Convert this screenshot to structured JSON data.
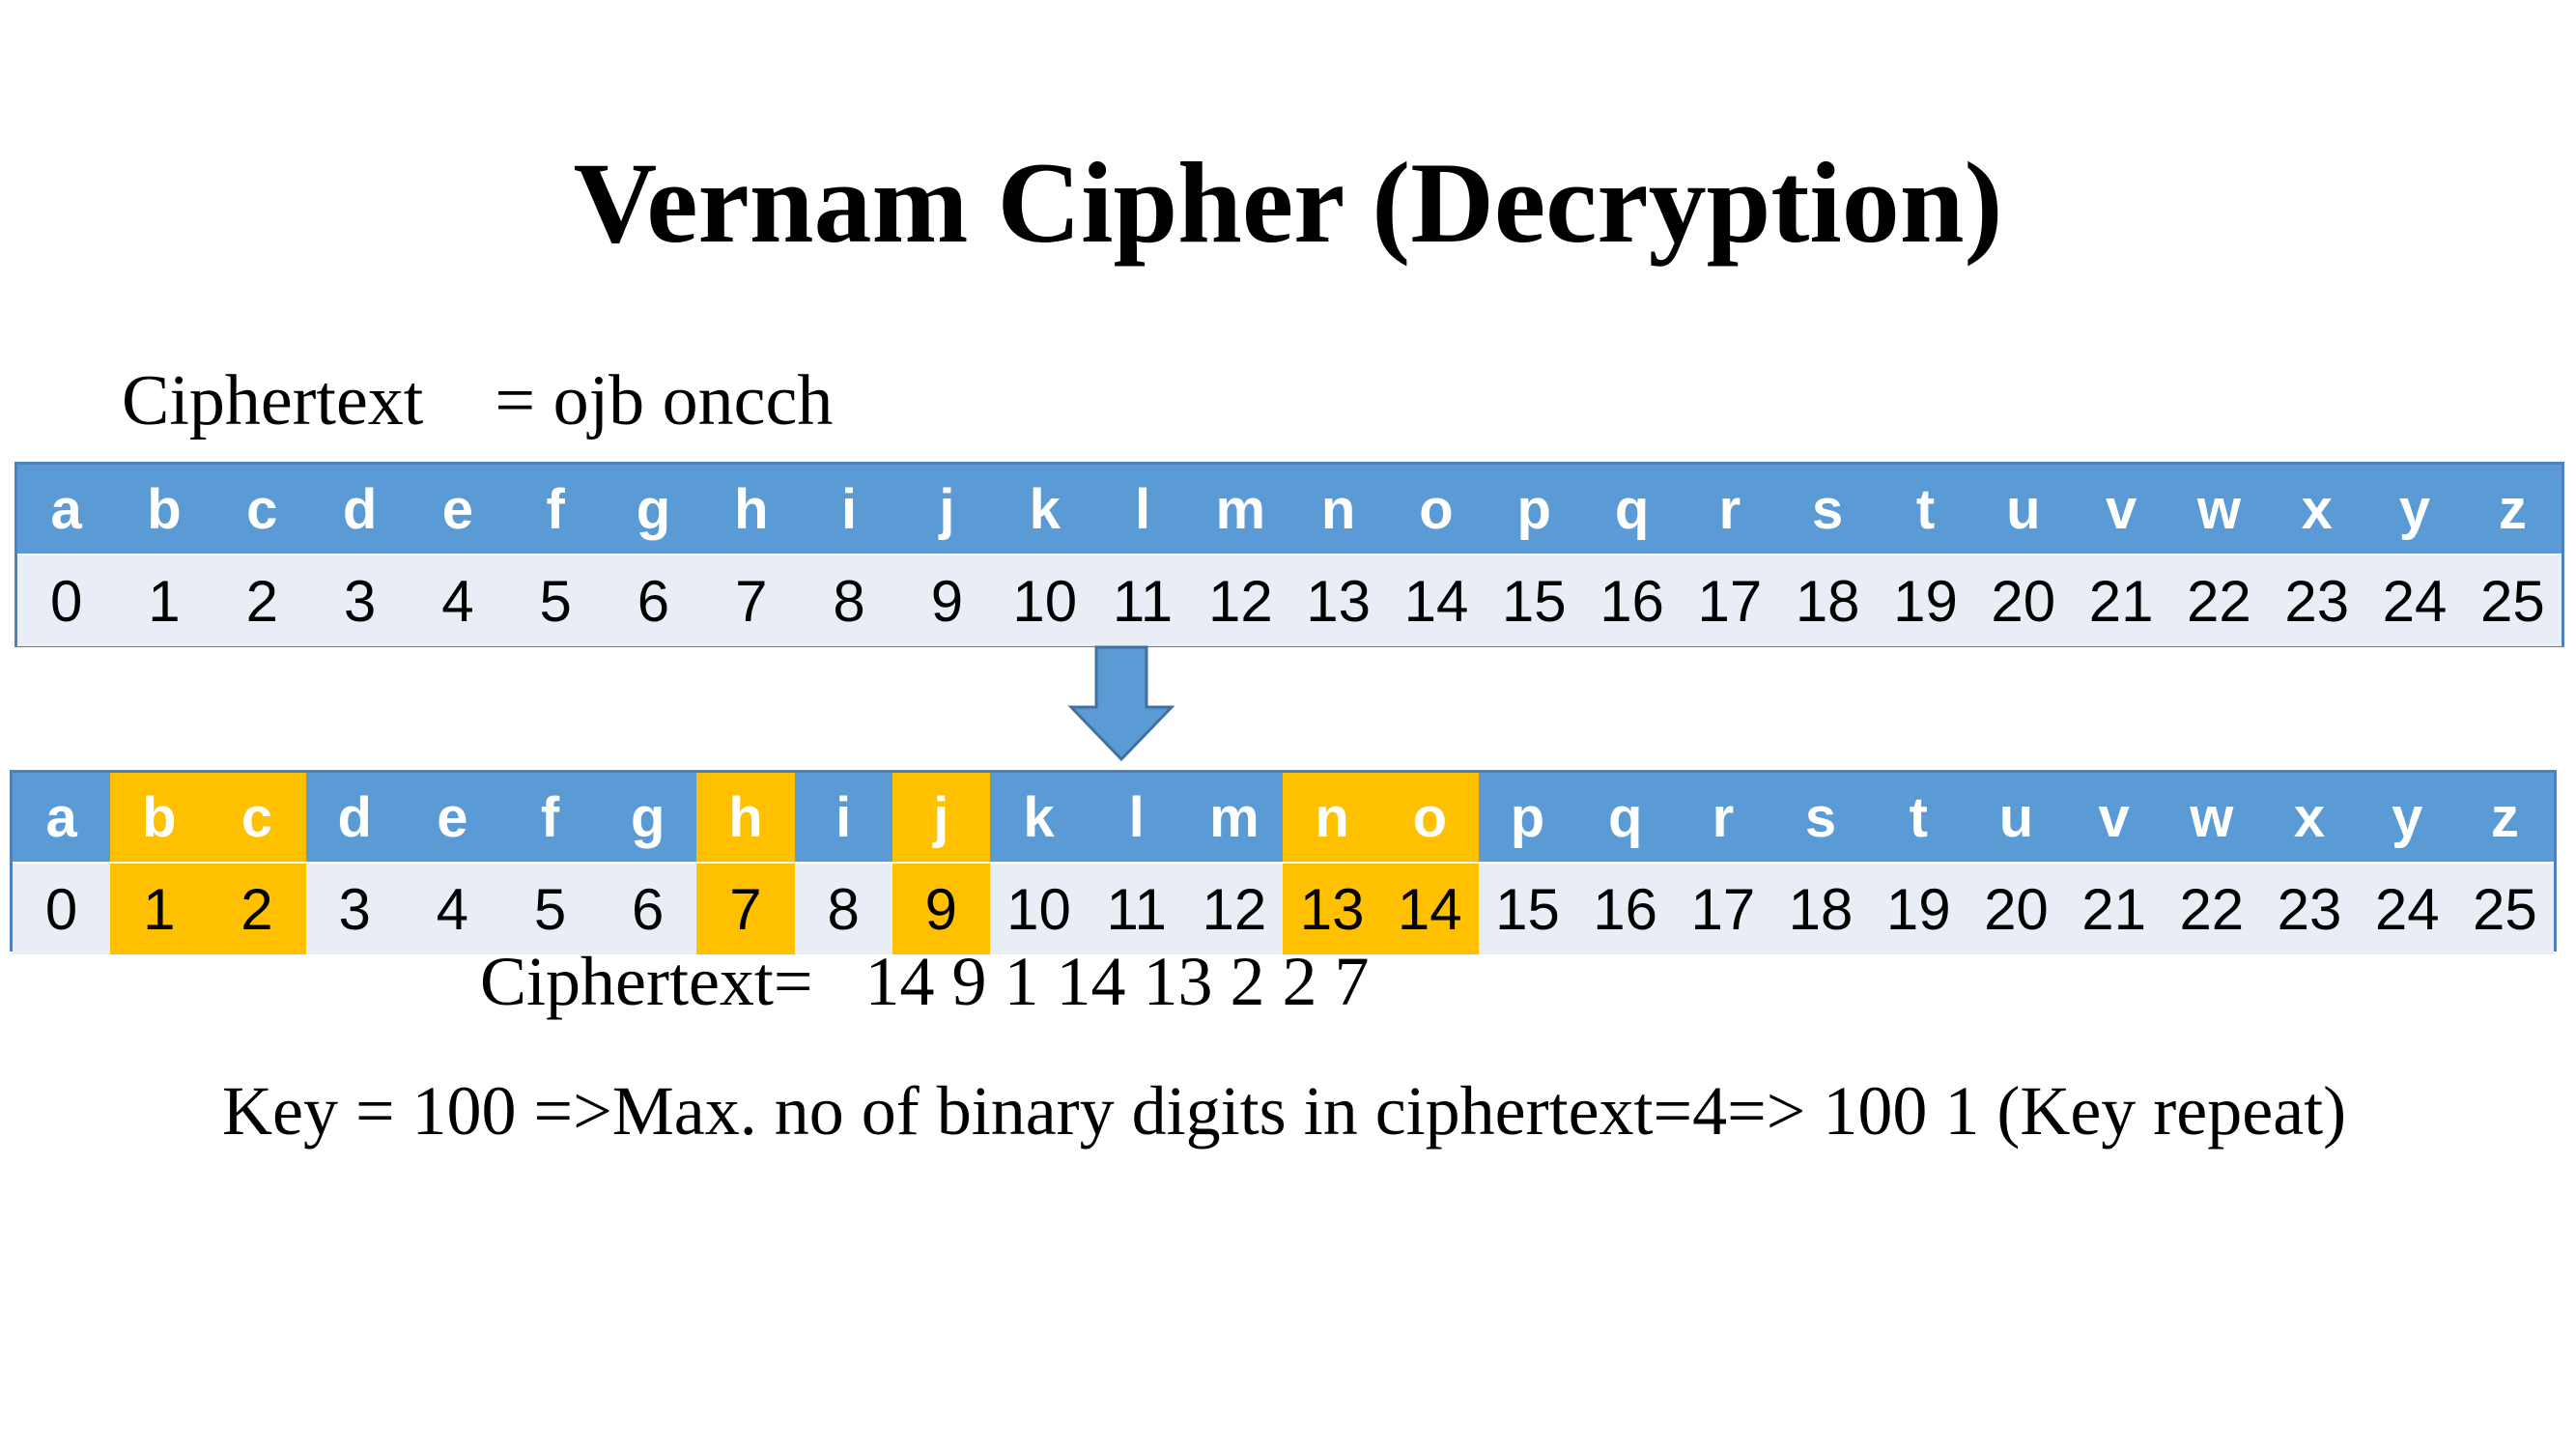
{
  "title": "Vernam Cipher (Decryption)",
  "ciphertext_line": "Ciphertext    = ojb oncch",
  "letters": [
    "a",
    "b",
    "c",
    "d",
    "e",
    "f",
    "g",
    "h",
    "i",
    "j",
    "k",
    "l",
    "m",
    "n",
    "o",
    "p",
    "q",
    "r",
    "s",
    "t",
    "u",
    "v",
    "w",
    "x",
    "y",
    "z"
  ],
  "numbers": [
    "0",
    "1",
    "2",
    "3",
    "4",
    "5",
    "6",
    "7",
    "8",
    "9",
    "10",
    "11",
    "12",
    "13",
    "14",
    "15",
    "16",
    "17",
    "18",
    "19",
    "20",
    "21",
    "22",
    "23",
    "24",
    "25"
  ],
  "highlighted_letters": [
    "b",
    "c",
    "h",
    "j",
    "n",
    "o"
  ],
  "ciphertext_numbers_line": "Ciphertext=   14 9 1 14 13 2 2 7",
  "key_line": "Key = 100 =>Max. no of binary digits in ciphertext=4=> 100 1 (Key repeat)",
  "colors": {
    "header": "#5b9bd5",
    "row": "#e9eef6",
    "highlight": "#ffc000",
    "arrow": "#5b9bd5"
  },
  "icons": {
    "down_arrow": "down-arrow-icon"
  }
}
